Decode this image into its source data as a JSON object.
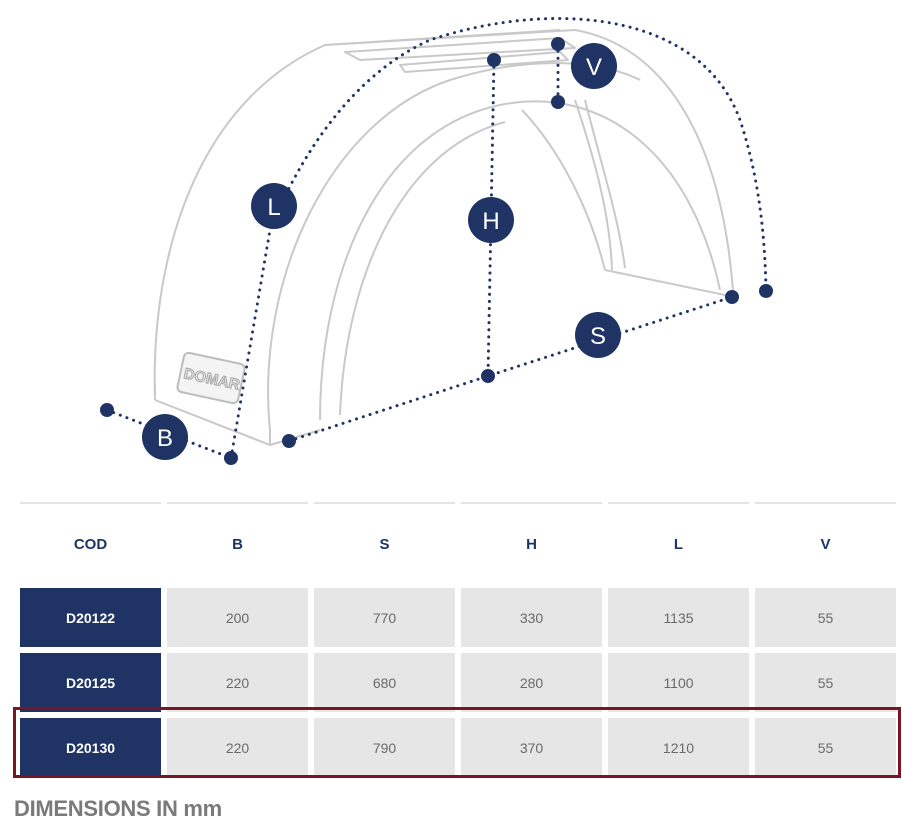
{
  "brand_mark": "DOMAR",
  "dimension_labels": {
    "L": "L",
    "H": "H",
    "V": "V",
    "S": "S",
    "B": "B"
  },
  "colors": {
    "navy": "#1f3465",
    "highlight": "#7b1523",
    "cell": "#e6e6e6",
    "outline": "#c9c9c9"
  },
  "table": {
    "headers": [
      "COD",
      "B",
      "S",
      "H",
      "L",
      "V"
    ],
    "rows": [
      {
        "cod": "D20122",
        "b": "200",
        "s": "770",
        "h": "330",
        "l": "1135",
        "v": "55"
      },
      {
        "cod": "D20125",
        "b": "220",
        "s": "680",
        "h": "280",
        "l": "1100",
        "v": "55"
      },
      {
        "cod": "D20130",
        "b": "220",
        "s": "790",
        "h": "370",
        "l": "1210",
        "v": "55",
        "highlighted": true
      }
    ]
  },
  "footnote": "DIMENSIONS IN mm"
}
